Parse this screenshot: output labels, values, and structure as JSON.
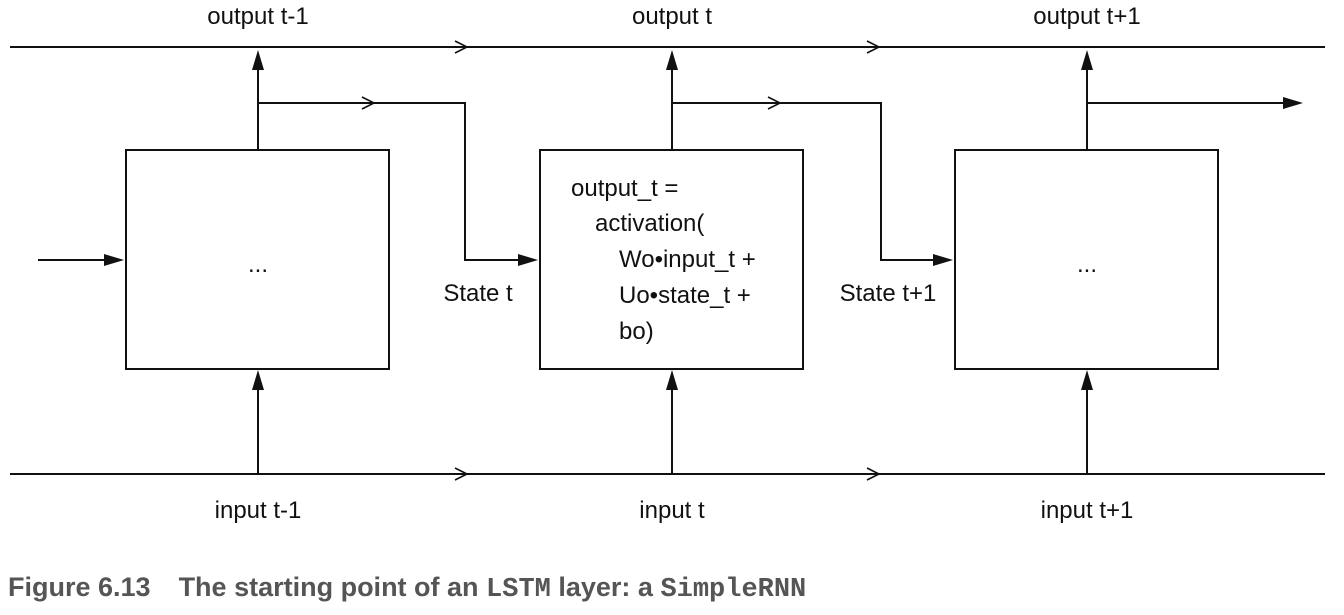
{
  "outputs": [
    "output t-1",
    "output t",
    "output t+1"
  ],
  "inputs": [
    "input t-1",
    "input t",
    "input t+1"
  ],
  "states": [
    "State t",
    "State t+1"
  ],
  "cells": {
    "left_text": "...",
    "middle_lines": [
      "output_t =",
      "activation(",
      "Wo•input_t +",
      "Uo•state_t +",
      "bo)"
    ],
    "right_text": "..."
  },
  "caption": {
    "figure_number": "Figure 6.13",
    "text_before": "The starting point of an ",
    "code1": "LSTM",
    "text_middle": " layer: a ",
    "code2": "SimpleRNN"
  }
}
